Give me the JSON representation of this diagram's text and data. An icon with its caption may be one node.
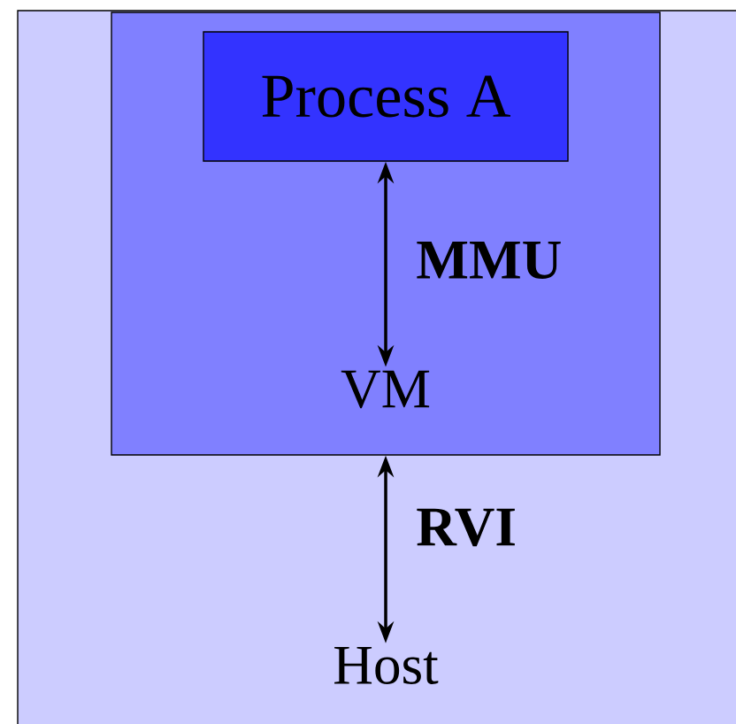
{
  "diagram": {
    "nodes": [
      {
        "text": [
          "Host"
        ]
      },
      {
        "text": [
          "VM"
        ],
        "in": 0
      },
      {
        "text": [
          "Process A"
        ],
        "in": 1
      }
    ],
    "edges": [
      {
        "from": 2,
        "to": 1,
        "arrow": "both",
        "label": "MMU"
      },
      {
        "from": 1,
        "to": 0,
        "arrow": "both",
        "label": "RVI"
      }
    ]
  }
}
